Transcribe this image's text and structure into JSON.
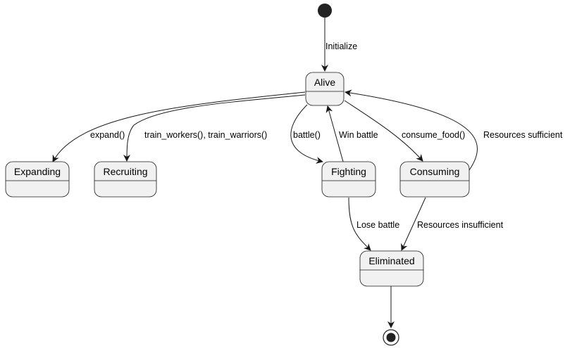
{
  "diagram": {
    "type": "state-diagram",
    "colors": {
      "state_fill": "#f1f1f1",
      "state_border": "#181818",
      "line": "#181818",
      "text": "#000000"
    },
    "states": {
      "alive": "Alive",
      "expanding": "Expanding",
      "recruiting": "Recruiting",
      "fighting": "Fighting",
      "consuming": "Consuming",
      "eliminated": "Eliminated"
    },
    "transitions": {
      "initialize": "Initialize",
      "expand": "expand()",
      "train": "train_workers(), train_warriors()",
      "battle": "battle()",
      "win_battle": "Win battle",
      "consume_food": "consume_food()",
      "resources_sufficient": "Resources sufficient",
      "lose_battle": "Lose battle",
      "resources_insufficient": "Resources insufficient"
    }
  }
}
